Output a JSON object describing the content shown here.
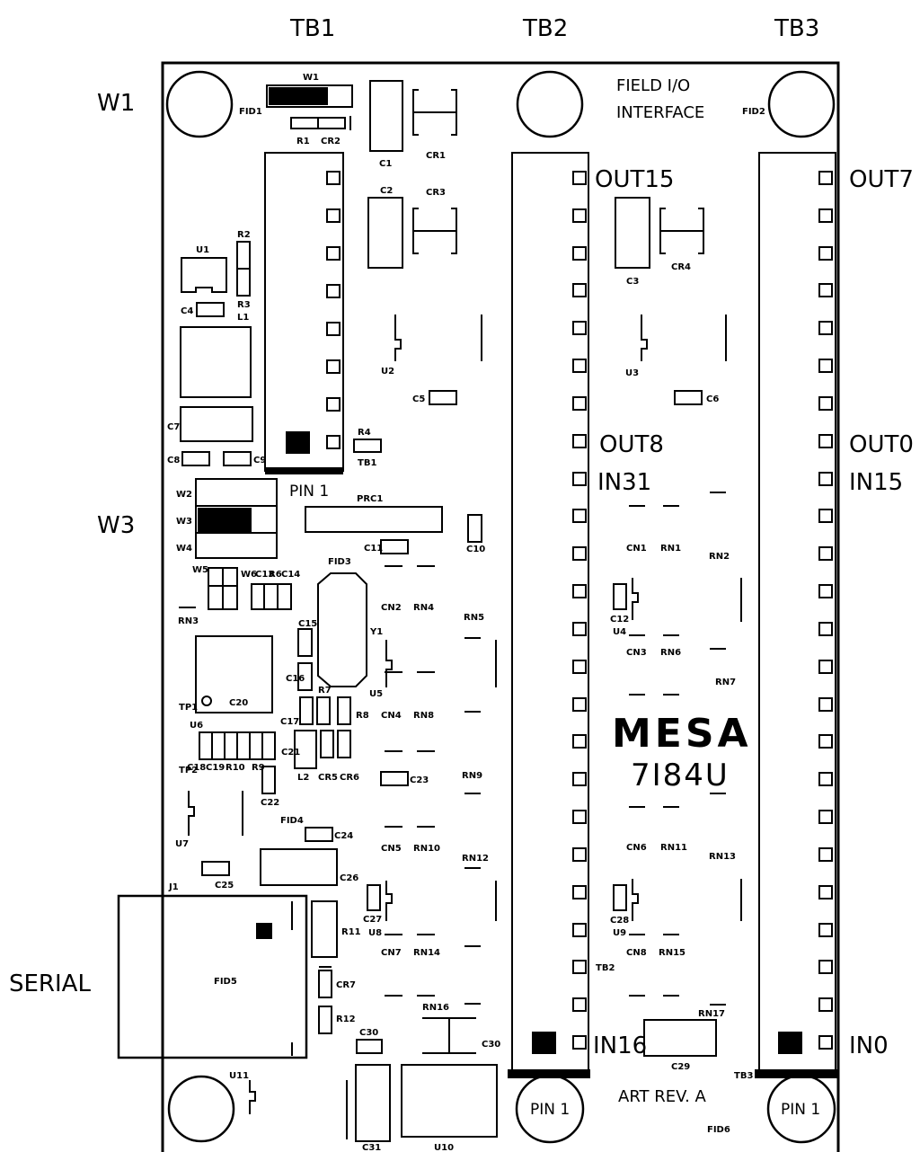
{
  "edge_labels": {
    "tb1": "TB1",
    "tb2": "TB2",
    "tb3": "TB3",
    "w1": "W1",
    "w3": "W3",
    "serial": "SERIAL"
  },
  "title": {
    "line1": "FIELD I/O",
    "line2": "INTERFACE"
  },
  "pins": {
    "out15": "OUT15",
    "out8": "OUT8",
    "in31": "IN31",
    "in16": "IN16",
    "out7": "OUT7",
    "out0": "OUT0",
    "in15": "IN15",
    "in0": "IN0"
  },
  "pin1": {
    "tb1": "PIN 1",
    "tb2": "PIN 1",
    "tb3": "PIN 1"
  },
  "logo": {
    "brand": "MESA",
    "model": "7I84U"
  },
  "revision": "ART REV. A",
  "refdes": {
    "w1": "W1",
    "fid1": "FID1",
    "r1": "R1",
    "cr2": "CR2",
    "c1": "C1",
    "cr1": "CR1",
    "c2": "C2",
    "cr3": "CR3",
    "u1": "U1",
    "r2": "R2",
    "r3": "R3",
    "l1": "L1",
    "c4": "C4",
    "u2": "U2",
    "c5": "C5",
    "c7": "C7",
    "r4": "R4",
    "tb1": "TB1",
    "c8": "C8",
    "c9": "C9",
    "fid2": "FID2",
    "c3": "C3",
    "cr4": "CR4",
    "u3": "U3",
    "c6": "C6",
    "w2": "W2",
    "w3": "W3",
    "w4": "W4",
    "w5": "W5",
    "w6": "W6",
    "c13": "C13",
    "r6": "R6",
    "c14": "C14",
    "prc1": "PRC1",
    "c11": "C11",
    "c10": "C10",
    "fid3": "FID3",
    "rn3": "RN3",
    "cn2": "CN2",
    "rn4": "RN4",
    "rn5": "RN5",
    "c15": "C15",
    "y1": "Y1",
    "tp1": "TP1",
    "c20": "C20",
    "c16": "C16",
    "r7": "R7",
    "u5": "U5",
    "c17": "C17",
    "r8": "R8",
    "cn4": "CN4",
    "rn8": "RN8",
    "u6": "U6",
    "c21": "C21",
    "tp2": "TP2",
    "c18": "C18",
    "c19": "C19",
    "r10": "R10",
    "r9": "R9",
    "l2": "L2",
    "cr5": "CR5",
    "cr6": "CR6",
    "c23": "C23",
    "rn9": "RN9",
    "c22": "C22",
    "fid4": "FID4",
    "c24": "C24",
    "u7": "U7",
    "cn5": "CN5",
    "rn10": "RN10",
    "rn12": "RN12",
    "c26": "C26",
    "j1": "J1",
    "c25": "C25",
    "c27": "C27",
    "r11": "R11",
    "u8": "U8",
    "cn7": "CN7",
    "rn14": "RN14",
    "fid5": "FID5",
    "cr7": "CR7",
    "rn16": "RN16",
    "r12": "R12",
    "c30": "C30",
    "u11": "U11",
    "c31": "C31",
    "u10": "U10",
    "cn1": "CN1",
    "rn1": "RN1",
    "rn2": "RN2",
    "c12": "C12",
    "u4": "U4",
    "cn3": "CN3",
    "rn6": "RN6",
    "rn7": "RN7",
    "cn6": "CN6",
    "rn11": "RN11",
    "rn13": "RN13",
    "c28": "C28",
    "u9": "U9",
    "cn8": "CN8",
    "rn15": "RN15",
    "tb2": "TB2",
    "rn17": "RN17",
    "c29": "C29",
    "tb3": "TB3",
    "fid6": "FID6"
  }
}
